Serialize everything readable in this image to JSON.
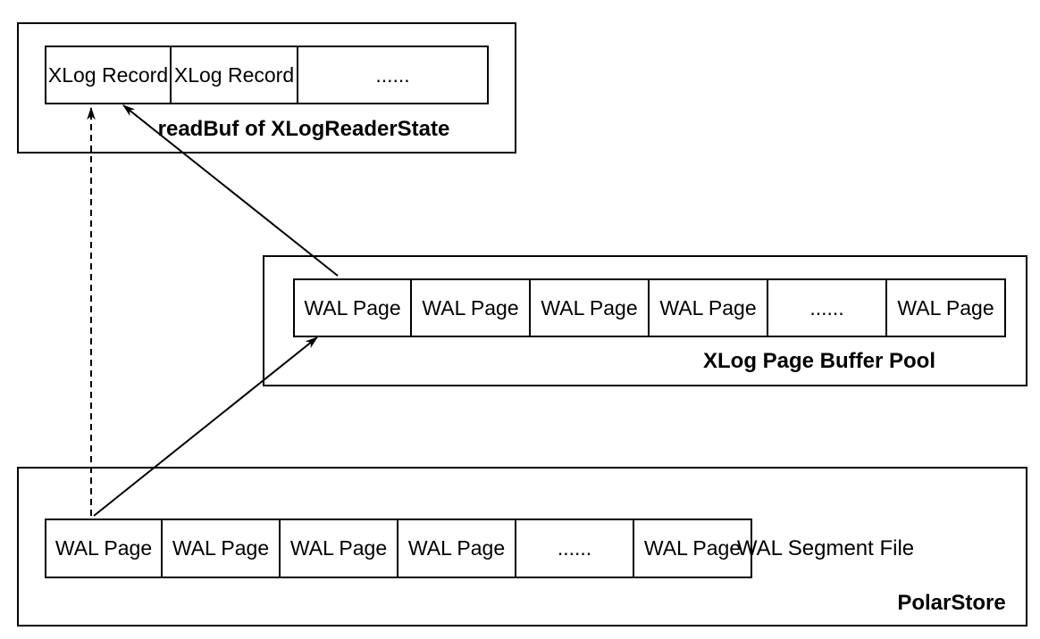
{
  "colors": {
    "stroke": "#000000",
    "background": "#ffffff",
    "text": "#000000"
  },
  "read_buf": {
    "label": "readBuf of XLogReaderState",
    "cells": [
      "XLog Record",
      "XLog Record",
      "......"
    ]
  },
  "buffer_pool": {
    "label": "XLog Page Buffer Pool",
    "cells": [
      "WAL Page",
      "WAL Page",
      "WAL Page",
      "WAL Page",
      "......",
      "WAL Page"
    ]
  },
  "polar_store": {
    "label": "PolarStore",
    "segment_file_label": "WAL Segment File",
    "cells": [
      "WAL Page",
      "WAL Page",
      "WAL Page",
      "WAL Page",
      "......",
      "WAL Page"
    ]
  }
}
